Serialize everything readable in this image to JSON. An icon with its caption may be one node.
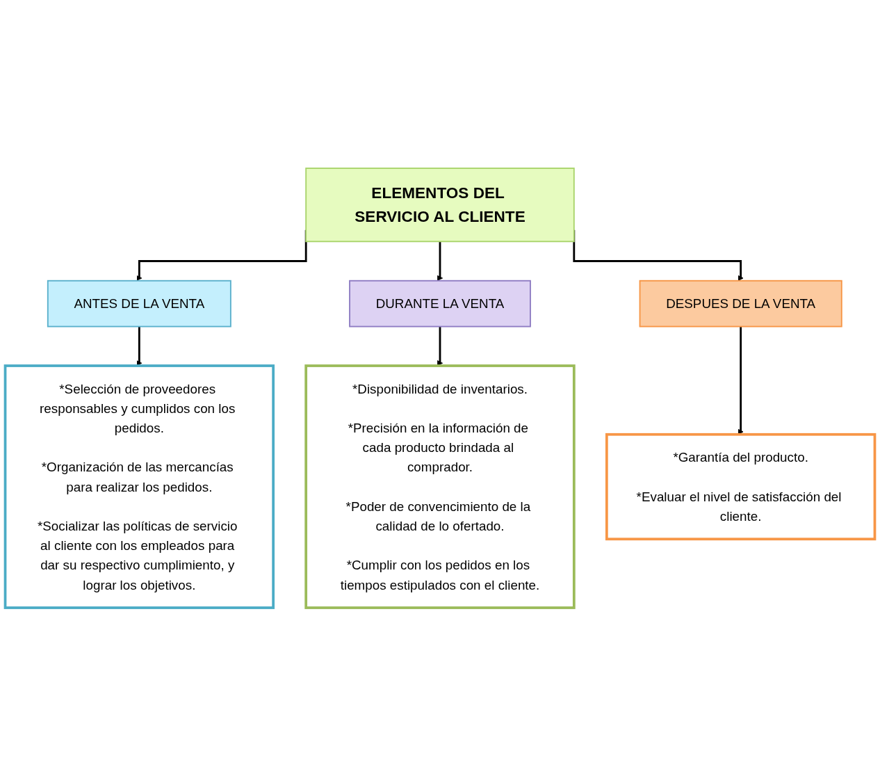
{
  "diagram": {
    "nodes": [
      {
        "text": [
          "ELEMENTOS DEL SERVICIO AL CLIENTE"
        ]
      },
      {
        "text": [
          "ANTES DE LA VENTA"
        ]
      },
      {
        "text": [
          "DURANTE LA VENTA"
        ]
      },
      {
        "text": [
          "DESPUES DE LA VENTA"
        ]
      },
      {
        "text": [
          "*Selección de proveedores responsables y cumplidos con los pedidos.",
          "*Organización de las mercancías para realizar los pedidos.",
          "*Socializar las políticas de servicio al cliente con los empleados para dar su respectivo cumplimiento, y lograr los objetivos."
        ]
      },
      {
        "text": [
          "*Disponibilidad de inventarios.",
          "*Precisión en la información de cada producto brindada al comprador.",
          "*Poder de convencimiento de la calidad de lo ofertado.",
          "*Cumplir con los pedidos en los tiempos estipulados con el cliente."
        ]
      },
      {
        "text": [
          "*Garantía del producto.",
          "*Evaluar el nivel de satisfacción del cliente."
        ]
      }
    ],
    "edges": [
      {
        "from": 0,
        "to": 1,
        "arrow": "to"
      },
      {
        "from": 0,
        "to": 2,
        "arrow": "to"
      },
      {
        "from": 0,
        "to": 3,
        "arrow": "to"
      },
      {
        "from": 1,
        "to": 4,
        "arrow": "to"
      },
      {
        "from": 2,
        "to": 5,
        "arrow": "to"
      },
      {
        "from": 3,
        "to": 6,
        "arrow": "to"
      }
    ]
  }
}
